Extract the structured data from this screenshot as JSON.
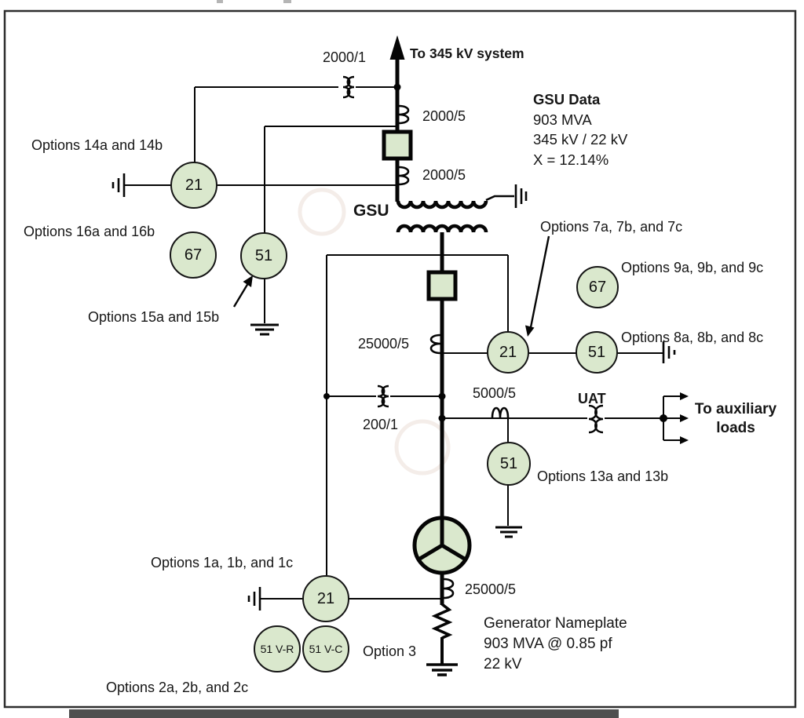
{
  "labels": {
    "to_345kv": "To 345 kV system",
    "ct_2000_1": "2000/1",
    "ct_2000_5_top": "2000/5",
    "ct_2000_5_bottom": "2000/5",
    "gsu": "GSU",
    "options_14": "Options 14a and 14b",
    "options_16": "Options 16a and 16b",
    "options_15": "Options 15a and 15b",
    "options_7": "Options 7a, 7b, and 7c",
    "options_9": "Options 9a, 9b, and 9c",
    "options_8": "Options 8a, 8b, and 8c",
    "ct_25000_5_upper": "25000/5",
    "ct_200_1": "200/1",
    "ct_5000_5": "5000/5",
    "uat": "UAT",
    "to_aux_loads": "To auxiliary loads",
    "options_13": "Options 13a and 13b",
    "options_1": "Options 1a, 1b, and 1c",
    "ct_25000_5_lower": "25000/5",
    "option_3": "Option 3",
    "options_2": "Options 2a, 2b, and 2c"
  },
  "gsu_data": {
    "title": "GSU Data",
    "mva": "903 MVA",
    "voltage": "345 kV / 22 kV",
    "impedance": "X = 12.14%"
  },
  "generator_nameplate": {
    "line1": "Generator Nameplate",
    "line2": "903 MVA @ 0.85 pf",
    "line3": "22 kV"
  },
  "relays": [
    {
      "name": "relay-21-options-14",
      "label": "21"
    },
    {
      "name": "relay-67-options-16",
      "label": "67"
    },
    {
      "name": "relay-51-options-15",
      "label": "51"
    },
    {
      "name": "relay-21-options-7",
      "label": "21"
    },
    {
      "name": "relay-51-options-8",
      "label": "51"
    },
    {
      "name": "relay-67-options-9",
      "label": "67"
    },
    {
      "name": "relay-51-options-13",
      "label": "51"
    },
    {
      "name": "relay-21-options-1",
      "label": "21"
    },
    {
      "name": "relay-51-vr",
      "label": "51 V-R"
    },
    {
      "name": "relay-51-vc",
      "label": "51 V-C"
    }
  ],
  "colors": {
    "device_fill": "#dae8cd",
    "line": "#050505",
    "border": "#2e2e2e",
    "bottom_bar": "#4f4f4f"
  }
}
